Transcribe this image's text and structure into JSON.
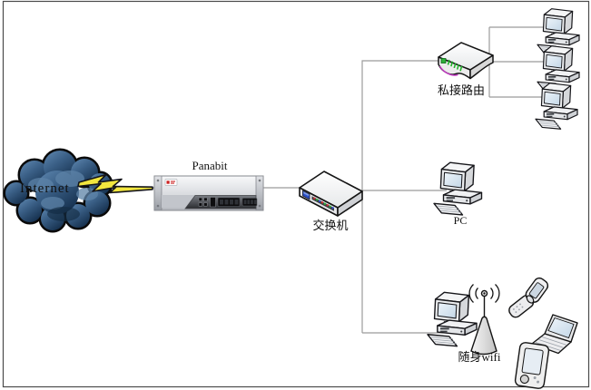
{
  "diagram_type": "network-topology",
  "labels": {
    "internet": "Internet",
    "panabit": "Panabit",
    "switch": "交换机",
    "router": "私接路由",
    "pc": "PC",
    "wifi": "随身wifi"
  },
  "nodes": [
    {
      "id": "internet",
      "label": "Internet",
      "kind": "cloud"
    },
    {
      "id": "panabit",
      "label": "Panabit",
      "kind": "rack-appliance"
    },
    {
      "id": "switch",
      "label": "交换机",
      "kind": "switch"
    },
    {
      "id": "router",
      "label": "私接路由",
      "kind": "router"
    },
    {
      "id": "lan-pc-1",
      "label": "",
      "kind": "desktop-computer"
    },
    {
      "id": "lan-pc-2",
      "label": "",
      "kind": "desktop-computer"
    },
    {
      "id": "lan-pc-3",
      "label": "",
      "kind": "desktop-computer"
    },
    {
      "id": "pc",
      "label": "PC",
      "kind": "desktop-computer"
    },
    {
      "id": "wifi",
      "label": "随身wifi",
      "kind": "desktop-computer-with-antenna"
    },
    {
      "id": "flip-phone",
      "label": "",
      "kind": "flip-phone"
    },
    {
      "id": "laptop",
      "label": "",
      "kind": "laptop"
    },
    {
      "id": "pda",
      "label": "",
      "kind": "pda"
    }
  ],
  "edges": [
    {
      "from": "internet",
      "to": "panabit",
      "style": "lightning-bolt"
    },
    {
      "from": "panabit",
      "to": "switch",
      "style": "wire"
    },
    {
      "from": "switch",
      "to": "router",
      "style": "wire"
    },
    {
      "from": "switch",
      "to": "pc",
      "style": "wire"
    },
    {
      "from": "switch",
      "to": "wifi",
      "style": "wire"
    },
    {
      "from": "router",
      "to": "lan-pc-1",
      "style": "wire"
    },
    {
      "from": "router",
      "to": "lan-pc-2",
      "style": "wire"
    },
    {
      "from": "router",
      "to": "lan-pc-3",
      "style": "wire"
    },
    {
      "from": "wifi",
      "to": "flip-phone",
      "style": "wireless"
    },
    {
      "from": "wifi",
      "to": "laptop",
      "style": "wireless"
    },
    {
      "from": "wifi",
      "to": "pda",
      "style": "wireless"
    }
  ],
  "colors": {
    "cloud_blue": "#3e6694",
    "bolt_yellow": "#f2e63e",
    "wire_gray": "#9b9b9b",
    "border_gray": "#4b4b4b",
    "led_red": "#d03030",
    "led_green": "#2fae3a",
    "led_blue": "#3050d0",
    "switch_screen_blue": "#2b50c8",
    "router_accent_magenta": "#c238c2",
    "panabit_badge_red": "#cc2222"
  }
}
